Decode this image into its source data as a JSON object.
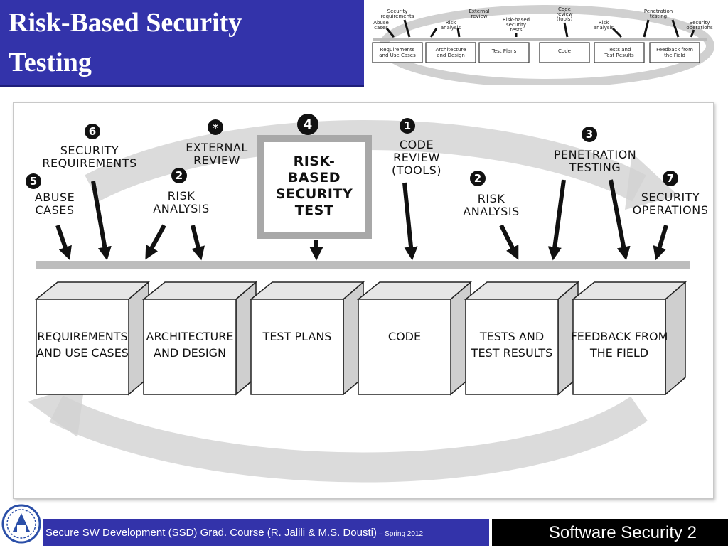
{
  "title": {
    "line1": "Risk-Based Security",
    "line2": "Testing"
  },
  "thumbnail": {
    "labels": [
      {
        "l1": "Security",
        "l2": "requirements"
      },
      {
        "l1": "External",
        "l2": "review"
      },
      {
        "l1": "Risk-based",
        "l2": "security",
        "l3": "tests"
      },
      {
        "l1": "Code",
        "l2": "review",
        "l3": "(tools)"
      },
      {
        "l1": "Penetration",
        "l2": "testing"
      },
      {
        "l1": "Abuse",
        "l2": "cases"
      },
      {
        "l1": "Risk",
        "l2": "analysis"
      },
      {
        "l1": "Risk",
        "l2": "analysis"
      },
      {
        "l1": "Security",
        "l2": "operations"
      }
    ],
    "boxes": [
      {
        "l1": "Requirements",
        "l2": "and Use Cases"
      },
      {
        "l1": "Architecture",
        "l2": "and Design"
      },
      {
        "l1": "Test Plans",
        "l2": ""
      },
      {
        "l1": "Code",
        "l2": ""
      },
      {
        "l1": "Tests and",
        "l2": "Test Results"
      },
      {
        "l1": "Feedback from",
        "l2": "the Field"
      }
    ]
  },
  "diagram": {
    "labels": {
      "security_requirements": {
        "badge": "6",
        "l1": "SECURITY",
        "l2": "REQUIREMENTS"
      },
      "abuse_cases": {
        "badge": "5",
        "l1": "ABUSE",
        "l2": "CASES"
      },
      "external_review": {
        "badge": "*",
        "l1": "EXTERNAL",
        "l2": "REVIEW"
      },
      "risk_analysis_1": {
        "badge": "2",
        "l1": "RISK",
        "l2": "ANALYSIS"
      },
      "risk_based_test": {
        "badge": "4",
        "l1": "RISK-",
        "l2": "BASED",
        "l3": "SECURITY",
        "l4": "TEST"
      },
      "code_review": {
        "badge": "1",
        "l1": "CODE",
        "l2": "REVIEW",
        "l3": "(TOOLS)"
      },
      "risk_analysis_2": {
        "badge": "2",
        "l1": "RISK",
        "l2": "ANALYSIS"
      },
      "penetration_testing": {
        "badge": "3",
        "l1": "PENETRATION",
        "l2": "TESTING"
      },
      "security_operations": {
        "badge": "7",
        "l1": "SECURITY",
        "l2": "OPERATIONS"
      }
    },
    "boxes": [
      {
        "l1": "REQUIREMENTS",
        "l2": "AND USE CASES"
      },
      {
        "l1": "ARCHITECTURE",
        "l2": "AND DESIGN"
      },
      {
        "l1": "TEST PLANS",
        "l2": ""
      },
      {
        "l1": "CODE",
        "l2": ""
      },
      {
        "l1": "TESTS AND",
        "l2": "TEST RESULTS"
      },
      {
        "l1": "FEEDBACK FROM",
        "l2": "THE FIELD"
      }
    ]
  },
  "footer": {
    "course_text": "Secure SW Development (SSD) Grad. Course (R. Jalili & M.S. Dousti",
    "paren_close": ")",
    "semester": " – Spring 2012",
    "right_text": "Software Security 2"
  },
  "colors": {
    "title_bg": "#3333aa",
    "footer_bg": "#3333aa",
    "footer_right_bg": "#000000",
    "diagram_gray": "#c8c8c8"
  }
}
